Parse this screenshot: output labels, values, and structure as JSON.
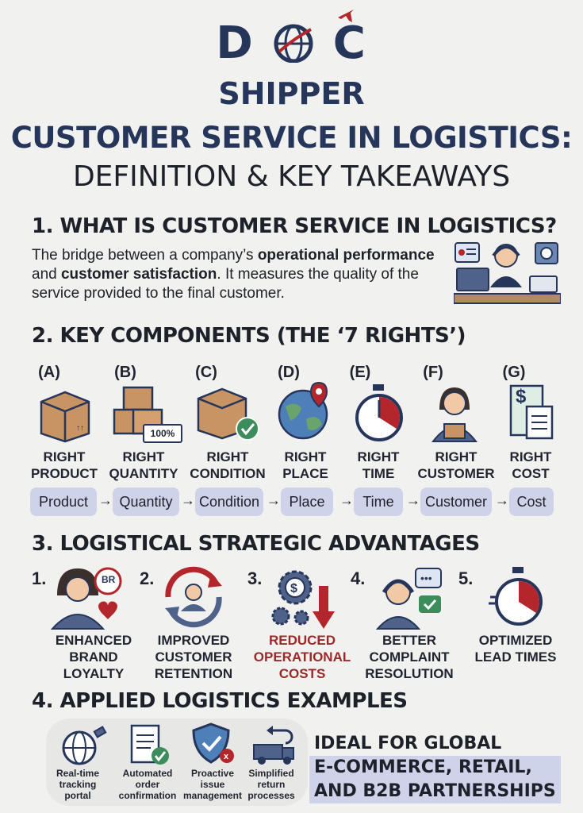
{
  "logo": {
    "top": "D",
    "mid": "C",
    "sub": "SHIPPER"
  },
  "title": {
    "line1": "CUSTOMER SERVICE IN LOGISTICS:",
    "line2": "DEFINITION & KEY TAKEAWAYS"
  },
  "section1": {
    "heading": "1. WHAT IS CUSTOMER SERVICE IN LOGISTICS?",
    "p1": "The bridge between a company’s ",
    "b1": "operational performance",
    "p2": " and ",
    "b2": "customer satisfaction",
    "p3": ". It measures the quality of the service provided to the final customer."
  },
  "section2": {
    "heading": "2. KEY COMPONENTS (THE ‘7 RIGHTS’)",
    "letters": [
      "(A)",
      "(B)",
      "(C)",
      "(D)",
      "(E)",
      "(F)",
      "(G)"
    ],
    "labels": [
      [
        "RIGHT",
        "PRODUCT"
      ],
      [
        "RIGHT",
        "QUANTITY"
      ],
      [
        "RIGHT",
        "CONDITION"
      ],
      [
        "RIGHT",
        "PLACE"
      ],
      [
        "RIGHT",
        "TIME"
      ],
      [
        "RIGHT",
        "CUSTOMER"
      ],
      [
        "RIGHT",
        "COST"
      ]
    ],
    "flow": [
      "Product",
      "Quantity",
      "Condition",
      "Place",
      "Time",
      "Customer",
      "Cost"
    ],
    "badge": "100%",
    "dollar": "$"
  },
  "section3": {
    "heading": "3. LOGISTICAL STRATEGIC ADVANTAGES",
    "nums": [
      "1.",
      "2.",
      "3.",
      "4.",
      "5."
    ],
    "items": [
      [
        "ENHANCED",
        "BRAND",
        "LOYALTY"
      ],
      [
        "IMPROVED",
        "CUSTOMER",
        "RETENTION"
      ],
      [
        "REDUCED",
        "OPERATIONAL",
        "COSTS"
      ],
      [
        "BETTER",
        "COMPLAINT",
        "RESOLUTION"
      ],
      [
        "OPTIMIZED",
        "LEAD TIMES"
      ]
    ],
    "br": "BR"
  },
  "section4": {
    "heading": "4. APPLIED LOGISTICS EXAMPLES",
    "examples": [
      [
        "Real-time",
        "tracking",
        "portal"
      ],
      [
        "Automated",
        "order",
        "confirmation"
      ],
      [
        "Proactive",
        "issue",
        "management"
      ],
      [
        "Simplified",
        "return",
        "processes"
      ]
    ],
    "ideal": [
      "IDEAL FOR GLOBAL",
      "E-COMMERCE, RETAIL,",
      "AND B2B PARTNERSHIPS"
    ]
  },
  "colors": {
    "navy": "#26365a",
    "accent": "#9a2a2a",
    "pill": "#cfd3ea"
  }
}
